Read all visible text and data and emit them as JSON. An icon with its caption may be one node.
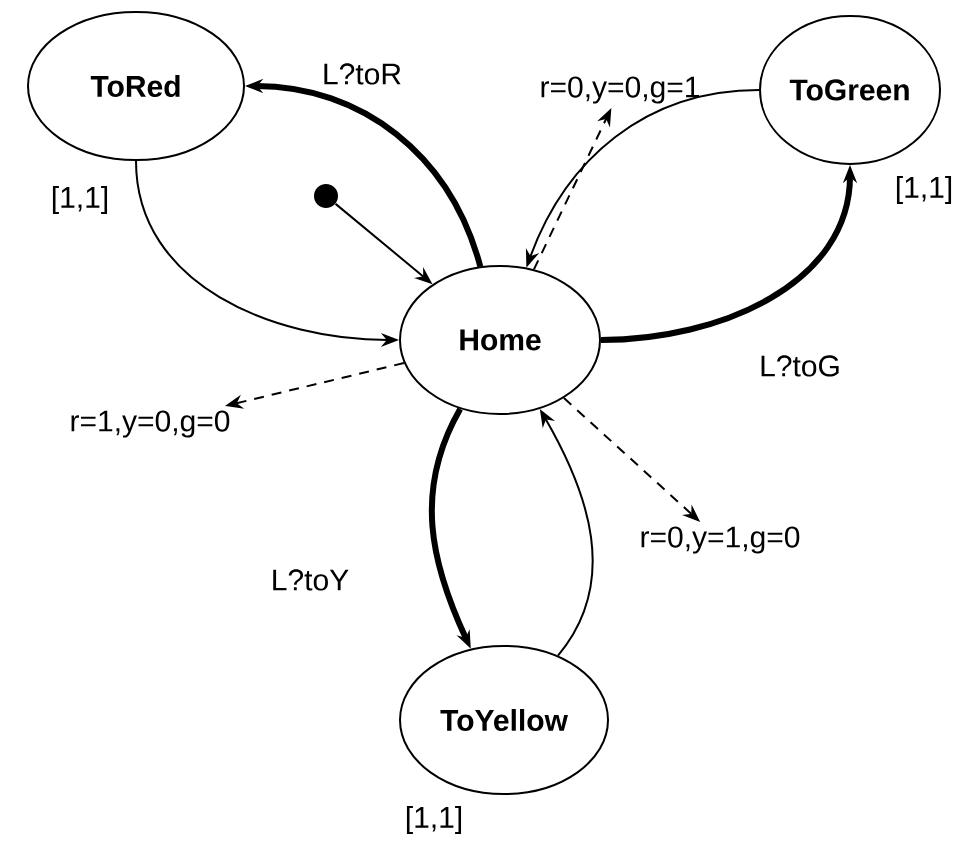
{
  "diagram": {
    "nodes": [
      {
        "text": [
          "ToRed"
        ],
        "beside": [
          "[1,1]"
        ]
      },
      {
        "text": [
          "ToGreen"
        ],
        "beside": [
          "[1,1]"
        ]
      },
      {
        "text": [],
        "shape": "circle"
      },
      {
        "text": [
          "Home"
        ]
      },
      {
        "text": [
          "ToYellow"
        ],
        "beside": [
          "[1,1]"
        ]
      },
      {
        "text": [
          "r=0,y=0,g=1"
        ]
      },
      {
        "text": [
          "r=1,y=0,g=0"
        ]
      },
      {
        "text": [
          "r=0,y=1,g=0"
        ]
      }
    ],
    "edges": [
      {
        "from": 3,
        "to": 0,
        "arrow": "to",
        "label": "L?toR",
        "style": "thick"
      },
      {
        "from": 0,
        "to": 3,
        "arrow": "to"
      },
      {
        "from": 2,
        "to": 3,
        "arrow": "to"
      },
      {
        "from": 1,
        "to": 3,
        "arrow": "to"
      },
      {
        "from": 3,
        "to": 1,
        "arrow": "to",
        "label": "L?toG",
        "style": "thick"
      },
      {
        "from": 3,
        "to": 4,
        "arrow": "to",
        "label": "L?toY",
        "style": "thick"
      },
      {
        "from": 4,
        "to": 3,
        "arrow": "to"
      },
      {
        "from": 3,
        "to": 5,
        "arrow": "to",
        "style": "dashed"
      },
      {
        "from": 3,
        "to": 6,
        "arrow": "to",
        "style": "dashed"
      },
      {
        "from": 3,
        "to": 7,
        "arrow": "to",
        "style": "dashed"
      }
    ]
  }
}
